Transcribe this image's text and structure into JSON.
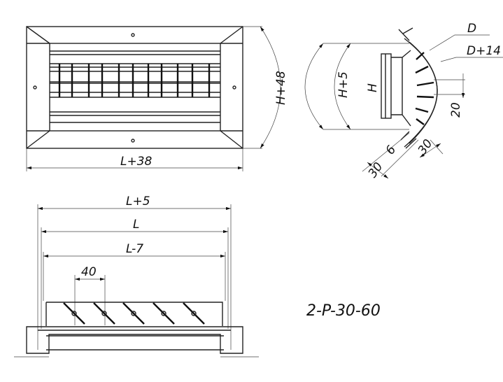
{
  "front_view": {
    "width_label": "L+38",
    "height_label": "H+48"
  },
  "side_view": {
    "labels": {
      "h_outer": "H+5",
      "h": "H",
      "d": "D",
      "d14": "D+14",
      "pitch": "20",
      "gap": "6",
      "flange_a": "30",
      "flange_b": "30"
    }
  },
  "bottom_view": {
    "labels": {
      "l5": "L+5",
      "l": "L",
      "l7": "L-7",
      "pitch": "40"
    }
  },
  "model_code": "2-P-30-60"
}
